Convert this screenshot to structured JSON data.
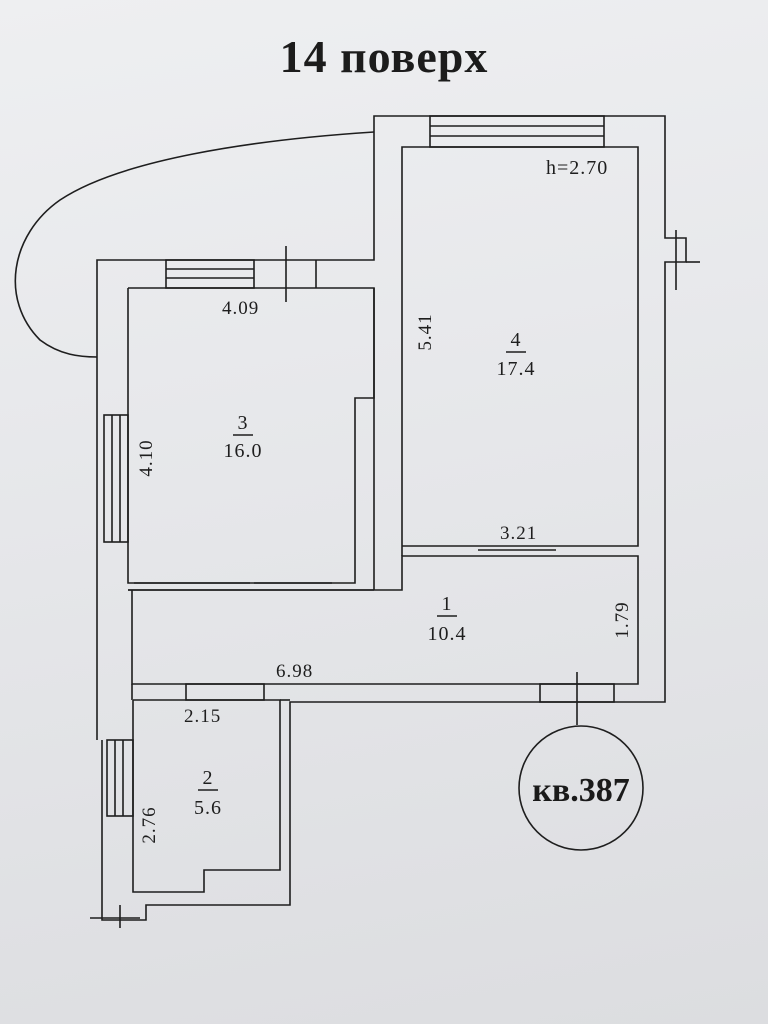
{
  "title": "14 поверх",
  "ceiling_height": "h=2.70",
  "apartment_label": "кв.387",
  "rooms": [
    {
      "number": "1",
      "area": "10.4"
    },
    {
      "number": "2",
      "area": "5.6"
    },
    {
      "number": "3",
      "area": "16.0"
    },
    {
      "number": "4",
      "area": "17.4"
    }
  ],
  "dimensions": {
    "room3_width": "4.09",
    "room3_height": "4.10",
    "room4_height": "5.41",
    "room4_width": "3.21",
    "room1_height": "1.79",
    "room1_width": "6.98",
    "room2_width": "2.15",
    "room2_height": "2.76"
  },
  "colors": {
    "line": "#1e1e1e",
    "paper": "#e9eaec"
  }
}
